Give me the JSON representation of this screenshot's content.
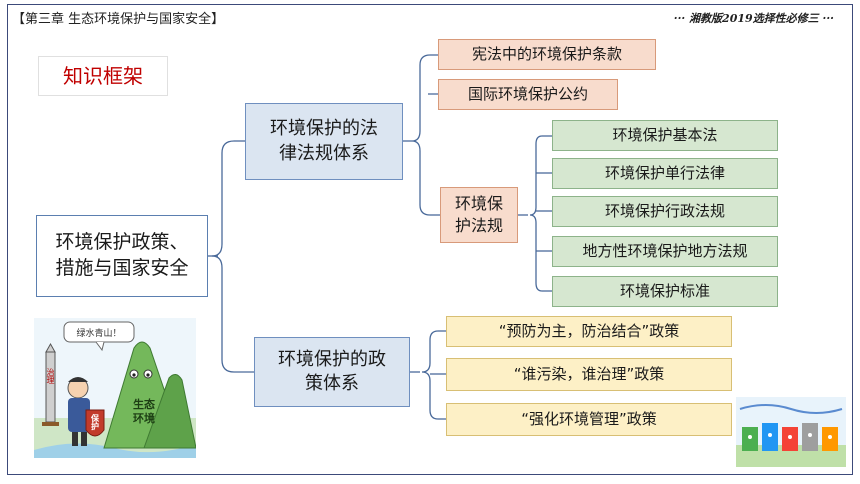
{
  "header": {
    "chapter": "【第三章 生态环境保护与国家安全】",
    "edition": "··· 湘教版2019选择性必修三 ···"
  },
  "framework_title": "知识框架",
  "root": {
    "line1": "环境保护政策、",
    "line2": "措施与国家安全"
  },
  "law_system": {
    "line1": "环境保护的法",
    "line2": "律法规体系",
    "constitution": "宪法中的环境保护条款",
    "international": "国际环境保护公约",
    "env_law": {
      "line1": "环境保",
      "line2": "护法规"
    },
    "items": [
      "环境保护基本法",
      "环境保护单行法律",
      "环境保护行政法规",
      "地方性环境保护地方法规",
      "环境保护标准"
    ]
  },
  "policy_system": {
    "line1": "环境保护的政",
    "line2": "策体系",
    "items": [
      "“预防为主，防治结合”政策",
      "“谁污染，谁治理”政策",
      "“强化环境管理”政策"
    ]
  },
  "illustration": {
    "speech": "绿水青山！",
    "mountain_text1": "生态",
    "mountain_text2": "环境",
    "sword_text": "治理",
    "shield_text": "保护"
  },
  "colors": {
    "level1_fill": "#dbe5f1",
    "law_item_fill": "#f8dccd",
    "sub_law_fill": "#d6e7d0",
    "policy_fill": "#fdf0c6",
    "connector": "#4a6a9a",
    "framework_text": "#c00000"
  }
}
